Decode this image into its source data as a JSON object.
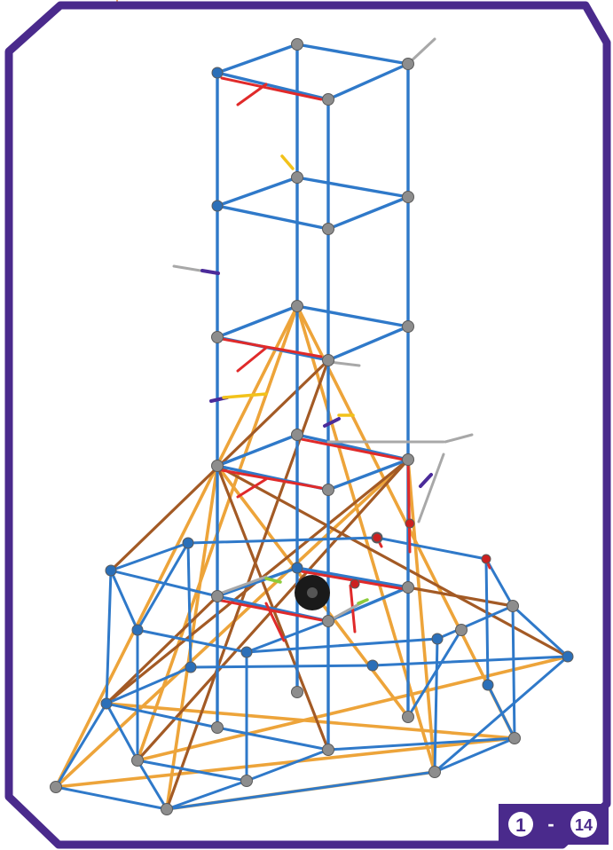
{
  "badge": {
    "start_step": "1",
    "separator": "-",
    "end_step": "14"
  },
  "colors": {
    "frame_border": "#4a2a8c",
    "badge_background": "#4a2a8c",
    "badge_circle": "#ffffff",
    "rod_blue": "#2f79c9",
    "rod_orange": "#eda43a",
    "rod_brown": "#a35a25",
    "rod_red": "#e02a2a",
    "rod_grey": "#a8a8a8",
    "rod_purple": "#4b2b9a",
    "rod_yellow": "#f2c21a",
    "rod_green": "#8ccc3a",
    "connector_grey": "#8d8d8d",
    "connector_blue": "#2b6fb8",
    "connector_red": "#cc2020",
    "wheel_black": "#1a1a1a",
    "corner_accent": "#e8a060"
  },
  "illustration": {
    "subject": "knex-tower-model",
    "icon": "construction-model-illustration"
  }
}
